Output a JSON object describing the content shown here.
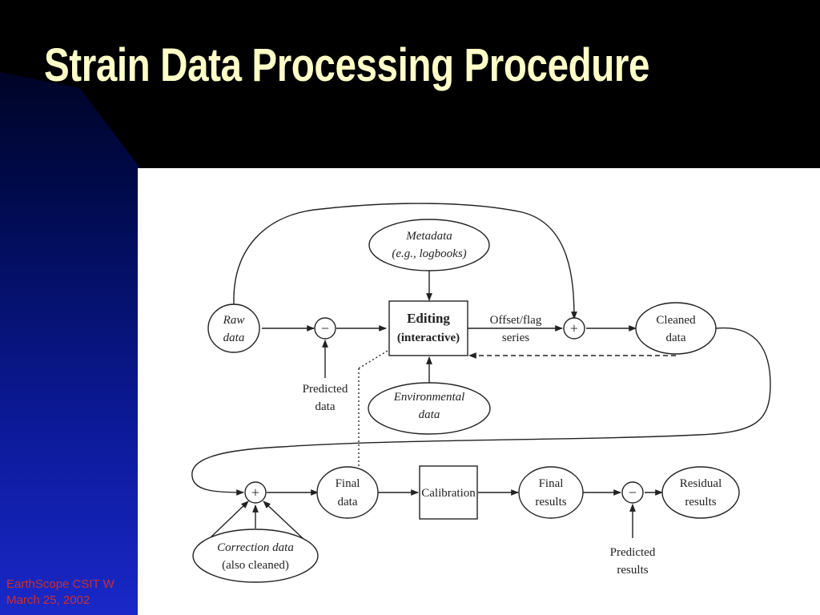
{
  "title": "Strain Data Processing Procedure",
  "footer": {
    "line1": "EarthScope CSIT W",
    "line2": "March 25, 2002"
  },
  "diagram": {
    "raw_data": [
      "Raw",
      "data"
    ],
    "metadata": [
      "Metadata",
      "(e.g., logbooks)"
    ],
    "editing": [
      "Editing",
      "(interactive)"
    ],
    "offset_flag": [
      "Offset/flag",
      "series"
    ],
    "cleaned_data": [
      "Cleaned",
      "data"
    ],
    "predicted_data": [
      "Predicted",
      "data"
    ],
    "environmental_data": [
      "Environmental",
      "data"
    ],
    "final_data": [
      "Final",
      "data"
    ],
    "calibration": "Calibration",
    "final_results": [
      "Final",
      "results"
    ],
    "residual_results": [
      "Residual",
      "results"
    ],
    "correction_data": [
      "Correction data",
      "(also cleaned)"
    ],
    "predicted_results": [
      "Predicted",
      "results"
    ],
    "minus_sign": "−",
    "plus_sign": "+"
  }
}
